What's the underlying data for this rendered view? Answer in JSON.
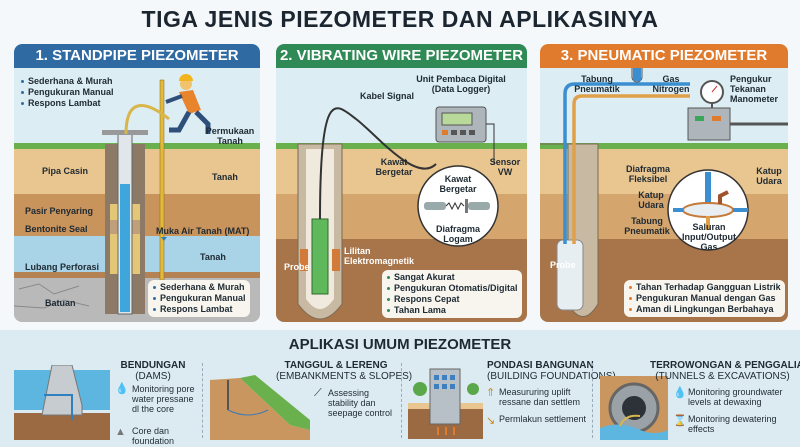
{
  "title": "TIGA JENIS PIEZOMETER DAN APLIKASINYA",
  "colors": {
    "standpipe": "#2f6aa3",
    "vibrating": "#2f8a55",
    "pneumatic": "#e07a2c"
  },
  "standpipe": {
    "header": "1. STANDPIPE PIEZOMETER",
    "bullets_top": [
      "Sederhana & Murah",
      "Pengukuran Manual",
      "Respons Lambat"
    ],
    "labels": {
      "surface": "Permukaan Tanah",
      "casing": "Pipa Casin",
      "soil1": "Tanah",
      "filter": "Pasir Penyaring",
      "bentonite": "Bentonite Seal",
      "water_table": "Muka Air Tanah (MAT)",
      "soil2": "Tanah",
      "perforation": "Lubang Perforasi",
      "rock": "Batuan"
    },
    "bullets_bottom": [
      "Sederhana & Murah",
      "Pengukuran Manual",
      "Respons Lambat"
    ]
  },
  "vibrating": {
    "header": "2. VIBRATING WIRE PIEZOMETER",
    "labels": {
      "logger": "Unit Pembaca Digital (Data Logger)",
      "cable": "Kabel Signal",
      "wire": "Kawat Bergetar",
      "sensor": "Sensor VW",
      "wire_detail": "Kawat Bergetar",
      "diaphragm": "Diafragma Logam",
      "probe": "Probe",
      "coil": "Lilitan Elektromagnetik"
    },
    "bullets": [
      "Sangat Akurat",
      "Pengukuran Otomatis/Digital",
      "Respons Cepat",
      "Tahan Lama"
    ]
  },
  "pneumatic": {
    "header": "3. PNEUMATIC PIEZOMETER",
    "labels": {
      "tube": "Tabung Pneumatik",
      "gas": "Gas Nitrogen",
      "gauge": "Pengukur Tekanan Manometer",
      "diaphragm": "Diafragma Fleksibel",
      "valve_right": "Katup Udara",
      "valve_left": "Katup Udara",
      "tube2": "Tabung Pneumatik",
      "channel": "Saluran Input/Output Gas",
      "probe": "Probe"
    },
    "bullets": [
      "Tahan Terhadap Gangguan Listrik",
      "Pengukuran Manual dengan Gas",
      "Aman di Lingkungan Berbahaya"
    ]
  },
  "applications": {
    "title": "APLIKASI UMUM PIEZOMETER",
    "items": [
      {
        "title": "BENDUNGAN",
        "subtitle": "(DAMS)",
        "points": [
          "Monitoring pore water pressane dl the core",
          "Core dan foundation"
        ]
      },
      {
        "title": "TANGGUL & LERENG",
        "subtitle": "(EMBANKMENTS & SLOPES)",
        "points": [
          "Assessing stability dan seepage control"
        ]
      },
      {
        "title": "PONDASI BANGUNAN",
        "subtitle": "(BUILDING FOUNDATIONS)",
        "points": [
          "Measururing uplift ressane dan settlem",
          "Permlakun settlement"
        ]
      },
      {
        "title": "TERROWONGAN & PENGGALIAN",
        "subtitle": "(TUNNELS & EXCAVATIONS)",
        "points": [
          "Monitoring groundwater levels at dewaxing",
          "Monitoring dewatering effects"
        ]
      }
    ]
  }
}
